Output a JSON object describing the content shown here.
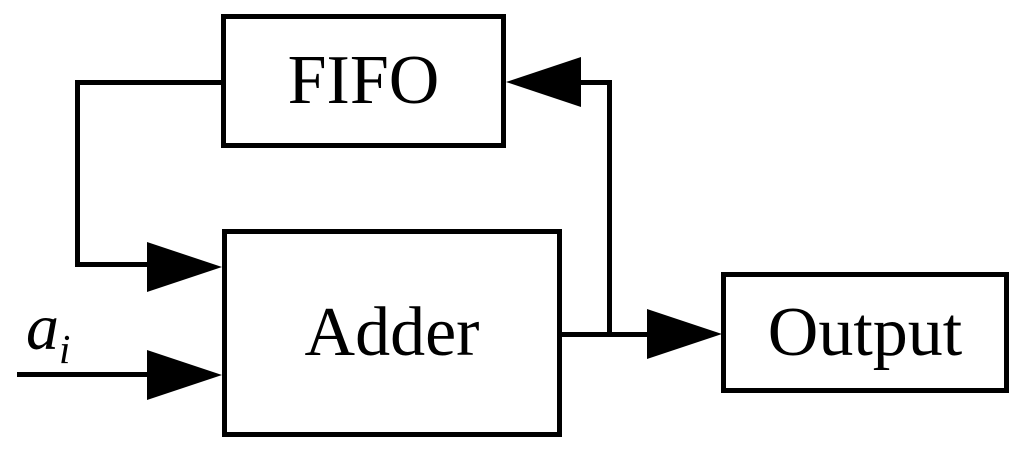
{
  "diagram": {
    "background_color": "#ffffff",
    "line_color": "#000000",
    "blocks": [
      {
        "label": "FIFO"
      },
      {
        "label": "Adder"
      },
      {
        "label": "Output"
      }
    ],
    "input_signal": {
      "base": "a",
      "subscript": "i"
    }
  }
}
